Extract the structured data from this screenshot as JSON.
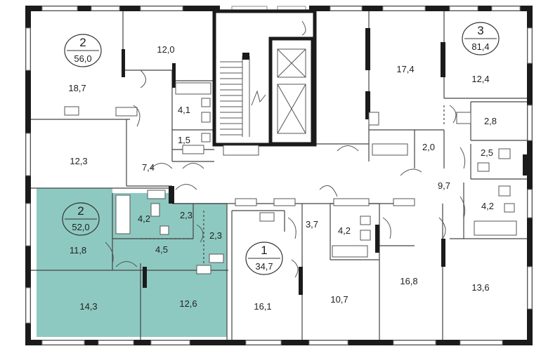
{
  "colors": {
    "highlight": "#8ec9c1",
    "wall": "#1b1b1b",
    "background": "#ffffff"
  },
  "apartments": [
    {
      "id": "apt-left-top",
      "rooms": "2",
      "area": "56,0"
    },
    {
      "id": "apt-selected",
      "rooms": "2",
      "area": "52,0",
      "selected": true
    },
    {
      "id": "apt-center",
      "rooms": "1",
      "area": "34,7"
    },
    {
      "id": "apt-right-top",
      "rooms": "3",
      "area": "81,4"
    }
  ],
  "room_areas": [
    "12,0",
    "18,7",
    "4,1",
    "1,5",
    "12,3",
    "7,4",
    "17,4",
    "12,4",
    "2,8",
    "2,0",
    "2,5",
    "9,7",
    "4,2",
    "4,2",
    "2,3",
    "2,3",
    "11,8",
    "4,5",
    "14,3",
    "12,6",
    "3,7",
    "4,2",
    "16,1",
    "10,7",
    "16,8",
    "13,6"
  ]
}
